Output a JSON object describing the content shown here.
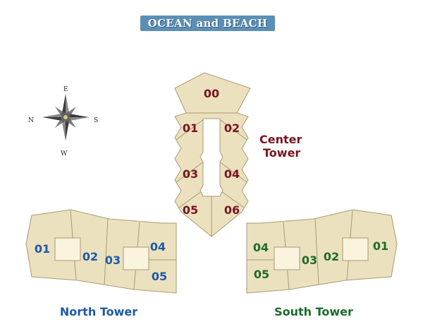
{
  "banner": {
    "title": "OCEAN and BEACH",
    "color": "#5b8fb6"
  },
  "compass": {
    "top": "E",
    "left": "N",
    "right": "S",
    "bottom": "W"
  },
  "colors": {
    "floor_fill": "#ece1bf",
    "floor_stroke": "#a89a72",
    "core_fill": "#faf3de",
    "center_label": "#7a1420",
    "north_label": "#1d5aa6",
    "south_label": "#1b6b2c"
  },
  "center_tower": {
    "name": "Center Tower",
    "units": [
      "00",
      "01",
      "02",
      "03",
      "04",
      "05",
      "06"
    ]
  },
  "north_tower": {
    "name": "North Tower",
    "units": [
      "01",
      "02",
      "03",
      "04",
      "05"
    ]
  },
  "south_tower": {
    "name": "South Tower",
    "units": [
      "04",
      "05",
      "03",
      "02",
      "01"
    ]
  }
}
